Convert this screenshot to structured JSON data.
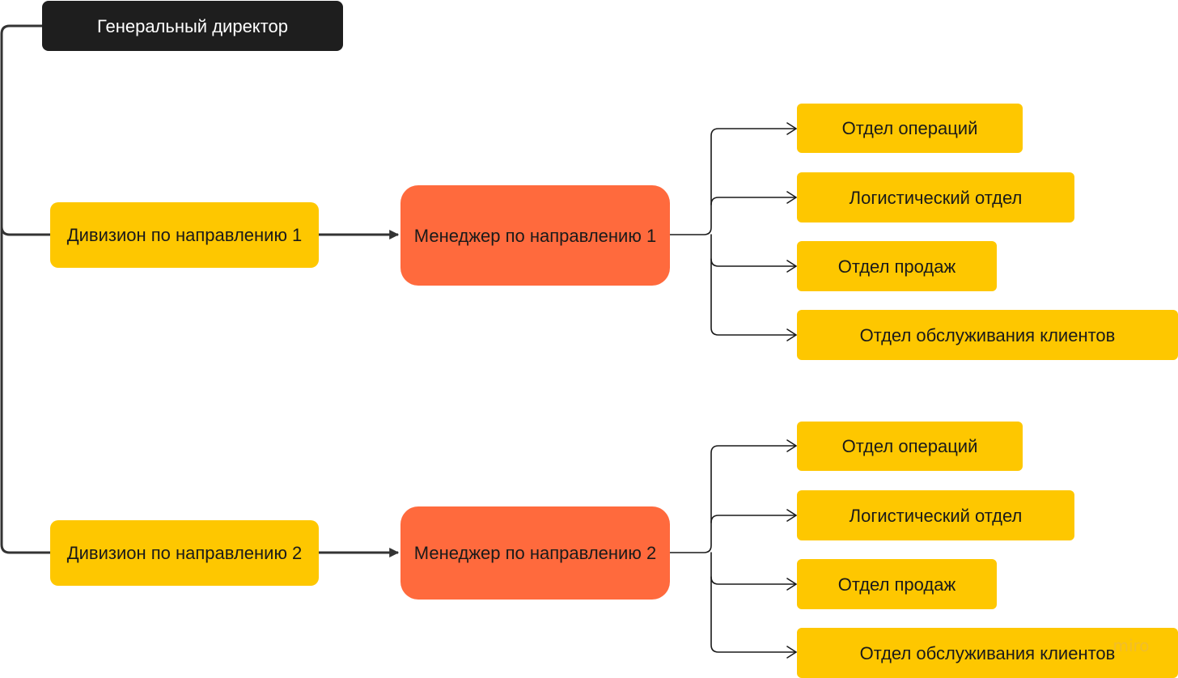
{
  "diagram": {
    "director": {
      "label": "Генеральный директор"
    },
    "branches": [
      {
        "division": {
          "label": "Дивизион по направлению 1"
        },
        "manager": {
          "label": "Менеджер по направлению 1"
        },
        "departments": [
          {
            "label": "Отдел операций"
          },
          {
            "label": "Логистический отдел"
          },
          {
            "label": "Отдел продаж"
          },
          {
            "label": "Отдел обслуживания клиентов"
          }
        ]
      },
      {
        "division": {
          "label": "Дивизион по направлению 2"
        },
        "manager": {
          "label": "Менеджер по направлению 2"
        },
        "departments": [
          {
            "label": "Отдел операций"
          },
          {
            "label": "Логистический отдел"
          },
          {
            "label": "Отдел продаж"
          },
          {
            "label": "Отдел обслуживания клиентов"
          }
        ]
      }
    ]
  },
  "watermark": {
    "text": "miro"
  },
  "colors": {
    "director_fill": "#1e1e1e",
    "division_fill": "#fec700",
    "manager_fill": "#ff6a3d",
    "department_fill": "#fec700",
    "connector": "#333333"
  }
}
